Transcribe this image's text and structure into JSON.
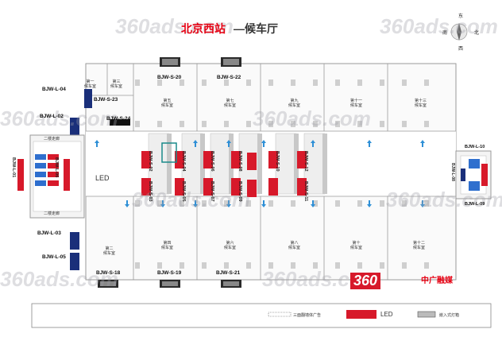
{
  "header": {
    "title": "北京西站",
    "subtitle": "—候车厅"
  },
  "compass": {
    "north": "东",
    "south": "西",
    "west": "南",
    "east": "北"
  },
  "watermark": {
    "text": "360ads.com",
    "brand": "中广融媒"
  },
  "left_block": {
    "top_label": "二楼走廊",
    "bottom_label": "二楼走廊"
  },
  "led_label": "LED",
  "screens": {
    "top": [
      "BJW-S-20",
      "BJW-S-22"
    ],
    "left_top": [
      "BJW-S-23",
      "BJW-S-24"
    ],
    "bottom": [
      "BJW-S-18",
      "BJW-S-19",
      "BJW-S-21"
    ],
    "columns": [
      "BJW-S-02",
      "BJW-S-04",
      "BJW-S-06",
      "BJW-S-08",
      "BJW-S-10",
      "BJW-S-12"
    ],
    "columns_bottom": [
      "BJW-S-03",
      "BJW-S-05",
      "BJW-S-07",
      "BJW-S-09",
      "BJW-S-11"
    ]
  },
  "lightboxes": {
    "left": [
      "BJW-L-04",
      "BJW-L-02",
      "BJW-L-01",
      "BJW-L-06",
      "BJW-L-03",
      "BJW-L-05"
    ],
    "right": [
      "BJW-L-10",
      "BJW-L-08",
      "BJW-L-09"
    ]
  },
  "rooms": {
    "top": [
      "第一\n候车室",
      "第三\n候车室",
      "第五\n候车室",
      "第七\n候车室",
      "第九\n候车室",
      "第十一\n候车室",
      "第十三\n候车室"
    ],
    "bottom": [
      "第二\n候车室",
      "第四\n候车室",
      "第六\n候车室",
      "第八\n候车室",
      "第十\n候车室",
      "第十二\n候车室"
    ]
  },
  "legend": {
    "items": [
      {
        "label": "三面翻墙体广告"
      },
      {
        "label": "LED"
      },
      {
        "label": "嵌入式灯箱"
      }
    ]
  },
  "colors": {
    "title_red": "#e60012",
    "led_red": "#d7192a",
    "panel_blue": "#1a2f7a",
    "arrow_blue": "#2e8fd6",
    "teal": "#1a8a8a"
  }
}
